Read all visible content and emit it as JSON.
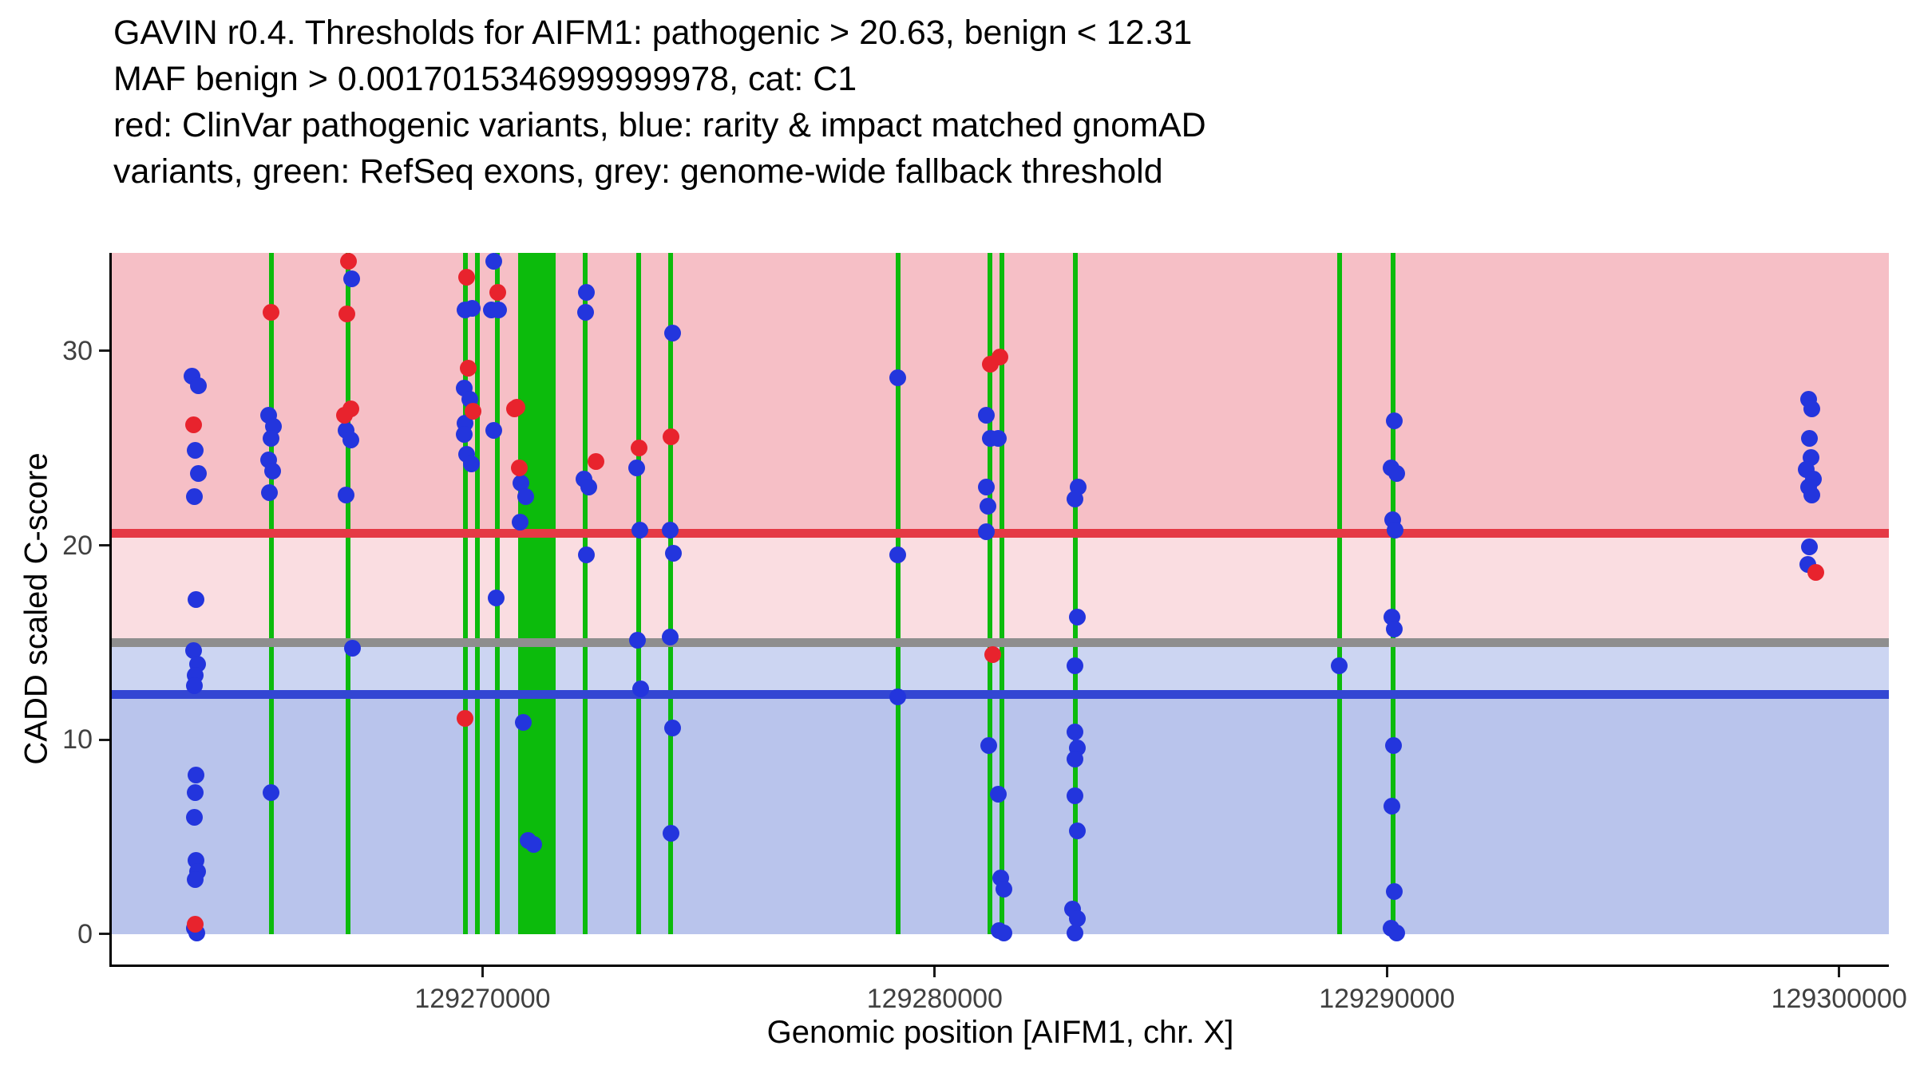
{
  "title": {
    "lines": [
      "GAVIN r0.4. Thresholds for AIFM1: pathogenic > 20.63, benign < 12.31",
      "MAF benign > 0.0017015346999999978, cat: C1",
      "red: ClinVar pathogenic variants, blue: rarity & impact matched gnomAD",
      "variants, green: RefSeq exons, grey: genome-wide fallback threshold"
    ]
  },
  "chart_data": {
    "type": "scatter",
    "title": "GAVIN r0.4. Thresholds for AIFM1",
    "xlabel": "Genomic position [AIFM1, chr. X]",
    "ylabel": "CADD scaled C-score",
    "x_domain": [
      129261800,
      129301100
    ],
    "y_domain": [
      -1.56,
      35.04
    ],
    "x_ticks": [
      129270000,
      129280000,
      129290000,
      129300000
    ],
    "y_ticks": [
      0,
      10,
      20,
      30
    ],
    "grid": false,
    "legend": "none",
    "thresholds": {
      "pathogenic": {
        "value": 20.63,
        "color": "#e53945",
        "label": "pathogenic threshold"
      },
      "fallback": {
        "value": 15.0,
        "color": "#8e8e8e",
        "label": "genome-wide fallback threshold"
      },
      "benign": {
        "value": 12.31,
        "color": "#3346d3",
        "label": "benign threshold"
      }
    },
    "bands": [
      {
        "from": 20.63,
        "to": 35.04,
        "color": "#f6bfc6"
      },
      {
        "from": 15.0,
        "to": 20.63,
        "color": "#fadde1"
      },
      {
        "from": 12.31,
        "to": 15.0,
        "color": "#ccd5f2"
      },
      {
        "from": 0,
        "to": 12.31,
        "color": "#b9c4ec"
      }
    ],
    "exons": {
      "color": "#0cbb0c",
      "label": "RefSeq exons",
      "lines": [
        129265324,
        129267027,
        129269622,
        129269892,
        129270324,
        129272270,
        129273459,
        129274162,
        129279189,
        129281216,
        129281486,
        129283108,
        129288946,
        129290135
      ],
      "blocks": [
        [
          129270790,
          129271625
        ]
      ]
    },
    "series": [
      {
        "name": "rarity & impact matched gnomAD variants",
        "key": "gnomad",
        "color": "#2335dd",
        "points": [
          [
            129263580,
            28.7
          ],
          [
            129263720,
            28.2
          ],
          [
            129263640,
            24.9
          ],
          [
            129263710,
            23.7
          ],
          [
            129263620,
            22.5
          ],
          [
            129263665,
            17.2
          ],
          [
            129263605,
            14.6
          ],
          [
            129263690,
            13.9
          ],
          [
            129263645,
            13.3
          ],
          [
            129263625,
            12.8
          ],
          [
            129263665,
            8.2
          ],
          [
            129263645,
            7.3
          ],
          [
            129263625,
            6.0
          ],
          [
            129263665,
            3.8
          ],
          [
            129263705,
            3.2
          ],
          [
            129263645,
            2.8
          ],
          [
            129263625,
            0.3
          ],
          [
            129263685,
            0.05
          ],
          [
            129265270,
            26.7
          ],
          [
            129265380,
            26.1
          ],
          [
            129265325,
            25.5
          ],
          [
            129265270,
            24.4
          ],
          [
            129265365,
            23.8
          ],
          [
            129265285,
            22.7
          ],
          [
            129265325,
            7.3
          ],
          [
            129267105,
            33.7
          ],
          [
            129266975,
            25.9
          ],
          [
            129267085,
            25.4
          ],
          [
            129266990,
            22.6
          ],
          [
            129267115,
            14.7
          ],
          [
            129269620,
            32.1
          ],
          [
            129269765,
            32.2
          ],
          [
            129269600,
            28.1
          ],
          [
            129269725,
            27.5
          ],
          [
            129269620,
            26.3
          ],
          [
            129269590,
            25.7
          ],
          [
            129269655,
            24.7
          ],
          [
            129269755,
            24.2
          ],
          [
            129270255,
            34.6
          ],
          [
            129270195,
            32.1
          ],
          [
            129270355,
            32.1
          ],
          [
            129270245,
            25.9
          ],
          [
            129270305,
            17.3
          ],
          [
            129270855,
            23.2
          ],
          [
            129270955,
            22.5
          ],
          [
            129270825,
            21.2
          ],
          [
            129270905,
            10.9
          ],
          [
            129271005,
            4.8
          ],
          [
            129271135,
            4.6
          ],
          [
            129272295,
            33.0
          ],
          [
            129272285,
            32.0
          ],
          [
            129272245,
            23.4
          ],
          [
            129272355,
            23.0
          ],
          [
            129272295,
            19.5
          ],
          [
            129273415,
            24.0
          ],
          [
            129273475,
            20.8
          ],
          [
            129273425,
            15.1
          ],
          [
            129273495,
            12.6
          ],
          [
            129274195,
            30.9
          ],
          [
            129274145,
            20.8
          ],
          [
            129274225,
            19.6
          ],
          [
            129274155,
            15.3
          ],
          [
            129274195,
            10.6
          ],
          [
            129274175,
            5.2
          ],
          [
            129279190,
            28.6
          ],
          [
            129279190,
            19.5
          ],
          [
            129279190,
            12.2
          ],
          [
            129281135,
            26.7
          ],
          [
            129281235,
            25.5
          ],
          [
            129281405,
            25.5
          ],
          [
            129281145,
            23.0
          ],
          [
            129281185,
            22.0
          ],
          [
            129281145,
            20.7
          ],
          [
            129281195,
            9.7
          ],
          [
            129281405,
            7.2
          ],
          [
            129281465,
            2.9
          ],
          [
            129281525,
            2.3
          ],
          [
            129281415,
            0.2
          ],
          [
            129281525,
            0.05
          ],
          [
            129283165,
            23.0
          ],
          [
            129283095,
            22.4
          ],
          [
            129283145,
            16.3
          ],
          [
            129283095,
            13.8
          ],
          [
            129283095,
            10.4
          ],
          [
            129283155,
            9.6
          ],
          [
            129283095,
            9.0
          ],
          [
            129283105,
            7.1
          ],
          [
            129283155,
            5.3
          ],
          [
            129283055,
            1.3
          ],
          [
            129283155,
            0.8
          ],
          [
            129283105,
            0.05
          ],
          [
            129288950,
            13.8
          ],
          [
            129290165,
            26.4
          ],
          [
            129290085,
            24.0
          ],
          [
            129290215,
            23.7
          ],
          [
            129290125,
            21.3
          ],
          [
            129290185,
            20.8
          ],
          [
            129290105,
            16.3
          ],
          [
            129290165,
            15.7
          ],
          [
            129290145,
            9.7
          ],
          [
            129290115,
            6.6
          ],
          [
            129290165,
            2.2
          ],
          [
            129290085,
            0.3
          ],
          [
            129290215,
            0.05
          ],
          [
            129299325,
            27.5
          ],
          [
            129299405,
            27.0
          ],
          [
            129299335,
            25.5
          ],
          [
            129299385,
            24.5
          ],
          [
            129299275,
            23.9
          ],
          [
            129299435,
            23.4
          ],
          [
            129299325,
            23.0
          ],
          [
            129299405,
            22.6
          ],
          [
            129299335,
            19.9
          ],
          [
            129299305,
            19.0
          ]
        ]
      },
      {
        "name": "ClinVar pathogenic variants",
        "key": "clinvar",
        "color": "#e8232d",
        "points": [
          [
            129263605,
            26.2
          ],
          [
            129263645,
            0.5
          ],
          [
            129265325,
            32.0
          ],
          [
            129267030,
            34.6
          ],
          [
            129267005,
            31.9
          ],
          [
            129267095,
            27.0
          ],
          [
            129266955,
            26.7
          ],
          [
            129269655,
            33.8
          ],
          [
            129269685,
            29.1
          ],
          [
            129269785,
            26.9
          ],
          [
            129269605,
            11.1
          ],
          [
            129270335,
            33.0
          ],
          [
            129270760,
            27.1
          ],
          [
            129270700,
            27.0
          ],
          [
            129270810,
            24.0
          ],
          [
            129272505,
            24.3
          ],
          [
            129273460,
            25.0
          ],
          [
            129274165,
            25.6
          ],
          [
            129281225,
            29.3
          ],
          [
            129281445,
            29.7
          ],
          [
            129281285,
            14.4
          ],
          [
            129299485,
            18.6
          ]
        ]
      }
    ]
  }
}
